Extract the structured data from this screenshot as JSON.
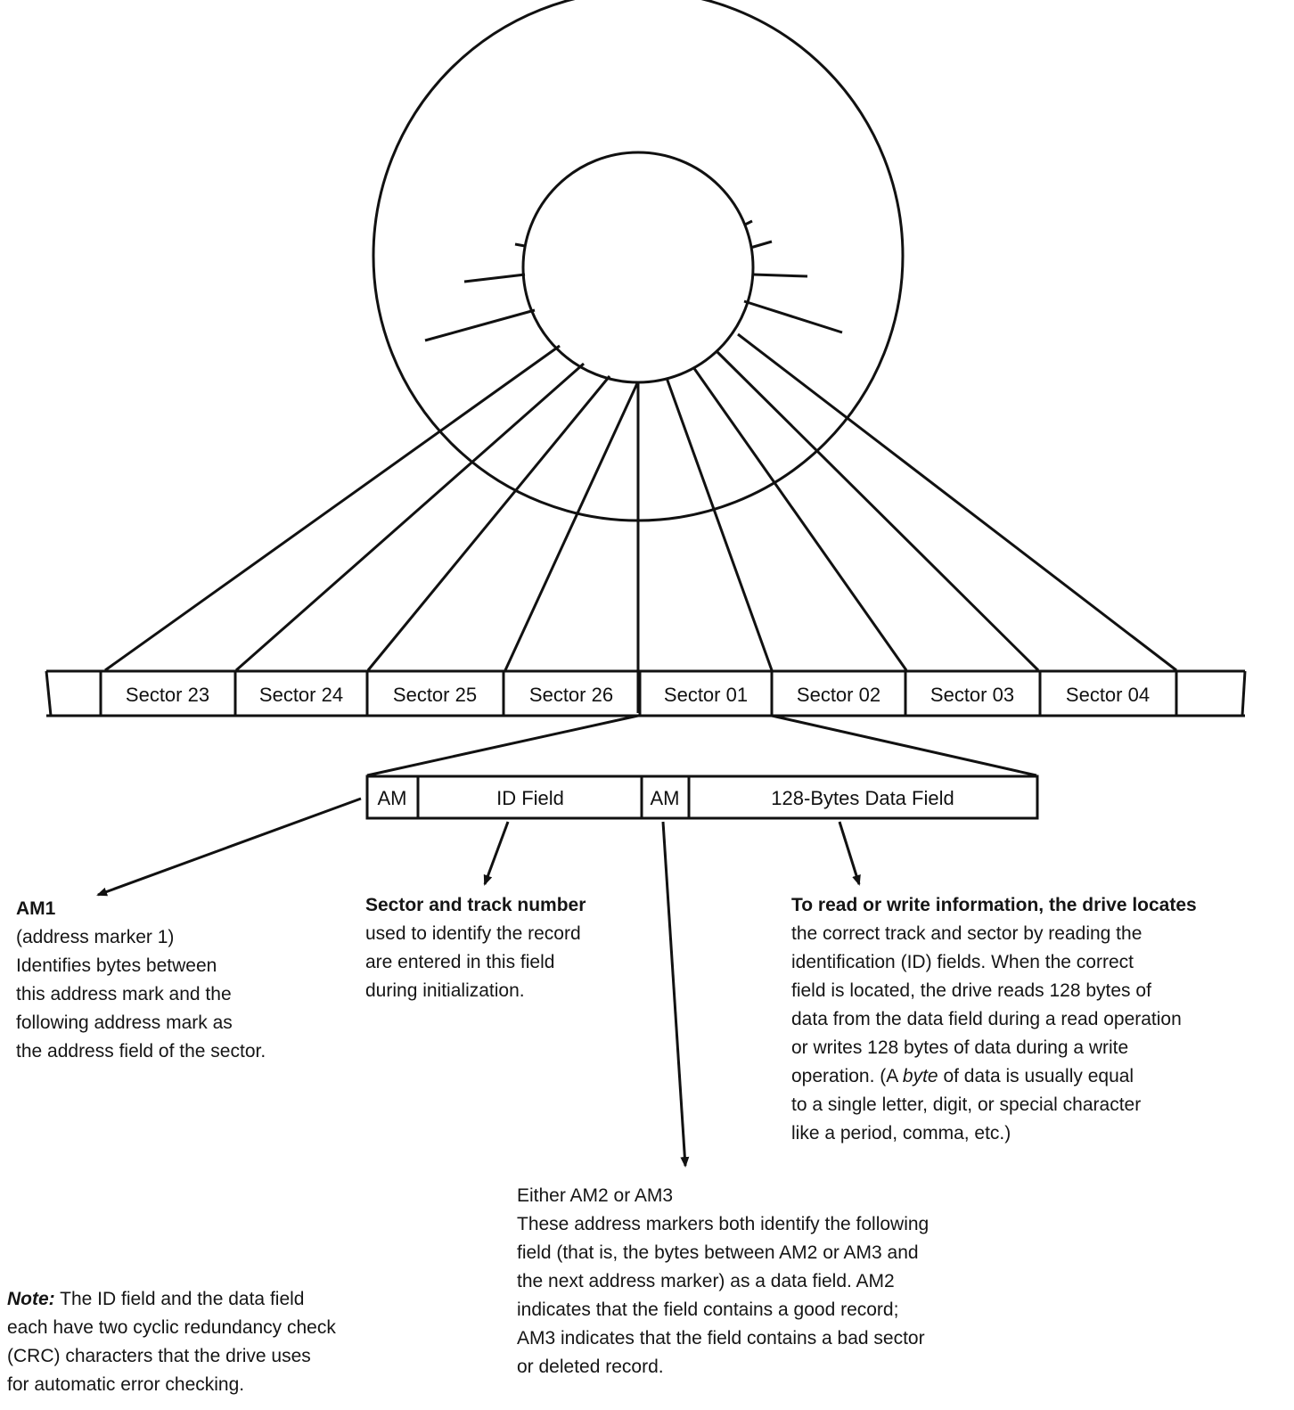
{
  "sectors": [
    "Sector 23",
    "Sector 24",
    "Sector 25",
    "Sector 26",
    "Sector 01",
    "Sector 02",
    "Sector 03",
    "Sector 04"
  ],
  "fields": {
    "am_1": "AM",
    "id_field": "ID Field",
    "am_2": "AM",
    "data_field": "128-Bytes Data Field"
  },
  "annotations": {
    "am1": {
      "title": "AM1",
      "lines": [
        "(address marker 1)",
        "Identifies bytes between",
        "this address mark and the",
        "following address mark as",
        "the address field of the sector."
      ]
    },
    "id_field": {
      "lines": [
        "Sector and track number",
        "used to identify the record",
        "are entered in this field",
        "during initialization."
      ]
    },
    "data_field": {
      "lines": [
        "To read or write information, the drive locates",
        "the correct track and sector by reading the",
        "identification (ID) fields.  When the correct",
        "field is located, the drive reads 128 bytes of",
        "data from the data field during a read operation",
        "or writes 128 bytes of data during a write"
      ],
      "line7_pre": "operation.  (A ",
      "line7_em": "byte",
      "line7_post": " of data is usually equal",
      "lines_end": [
        "to a single letter, digit, or special character",
        "like a period, comma, etc.)"
      ]
    },
    "am2_am3": {
      "title": "Either AM2 or AM3",
      "lines": [
        "These address markers both identify the following",
        "field (that is, the bytes between AM2 or AM3 and",
        "the next address marker) as a data field.  AM2",
        "indicates that the field contains a good record;",
        "AM3 indicates that the field contains a bad sector",
        "or deleted record."
      ]
    },
    "note": {
      "label": "Note:",
      "first_line_rest": " The ID field and the data field",
      "lines": [
        "each have two cyclic redundancy check",
        "(CRC) characters that the drive uses",
        "for automatic error checking."
      ]
    }
  }
}
